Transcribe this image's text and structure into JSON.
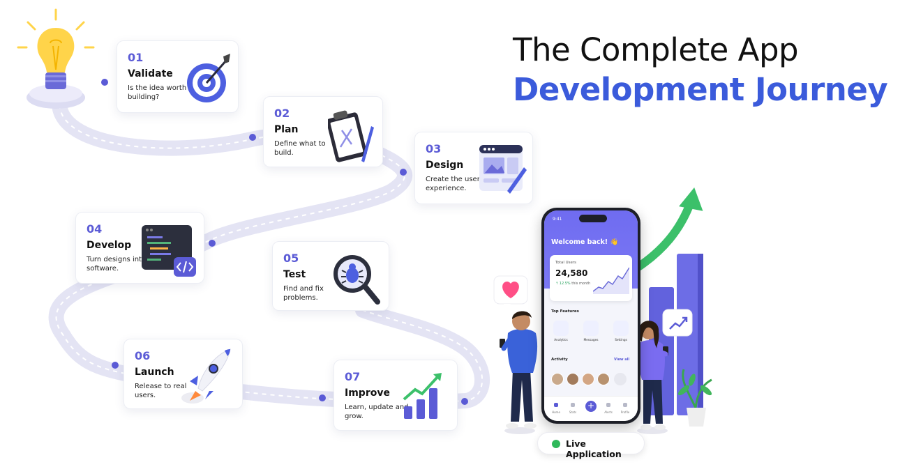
{
  "title": {
    "line1": "The Complete App",
    "line2": "Development Journey"
  },
  "colors": {
    "accent": "#3b5bdb",
    "step_number": "#5b5bd6",
    "growth_green": "#2fb85a",
    "road": "#e9e9f6"
  },
  "steps": [
    {
      "number": "01",
      "name": "Validate",
      "description": "Is the idea worth building?",
      "icon": "target-icon"
    },
    {
      "number": "02",
      "name": "Plan",
      "description": "Define what to build.",
      "icon": "clipboard-icon"
    },
    {
      "number": "03",
      "name": "Design",
      "description": "Create the user experience.",
      "icon": "design-mockup-icon"
    },
    {
      "number": "04",
      "name": "Develop",
      "description": "Turn designs into software.",
      "icon": "code-window-icon"
    },
    {
      "number": "05",
      "name": "Test",
      "description": "Find and fix problems.",
      "icon": "bug-magnifier-icon"
    },
    {
      "number": "06",
      "name": "Launch",
      "description": "Release to real users.",
      "icon": "rocket-icon"
    },
    {
      "number": "07",
      "name": "Improve",
      "description": "Learn, update and grow.",
      "icon": "growth-chart-icon"
    }
  ],
  "phone": {
    "time": "9:41",
    "welcome": "Welcome back! 👋",
    "stat_label": "Total Users",
    "stat_value": "24,580",
    "stat_change": "↑ 12.5%",
    "stat_change_suffix": " this month",
    "features_title": "Top Features",
    "features": [
      "Analytics",
      "Messages",
      "Settings"
    ],
    "activity_title": "Activity",
    "view_all": "View all",
    "tabs": [
      "Home",
      "Stats",
      "Alerts",
      "Profile"
    ]
  },
  "live_label": "Live Application"
}
